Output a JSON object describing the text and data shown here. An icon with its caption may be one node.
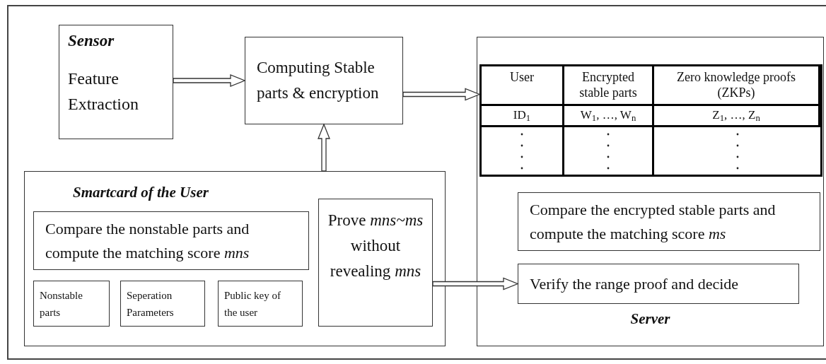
{
  "diagram": {
    "nodes": [
      {
        "text": [
          "Sensor",
          "Feature Extraction"
        ]
      },
      {
        "text": [
          "Computing Stable parts & encryption"
        ]
      },
      {
        "text": [
          "Smartcard of the User"
        ]
      },
      {
        "text": [
          "Compare the nonstable parts and compute the matching score *mns*"
        ],
        "in": 2
      },
      {
        "text": [
          "Nonstable parts"
        ],
        "in": 2
      },
      {
        "text": [
          "Seperation Parameters"
        ],
        "in": 2
      },
      {
        "text": [
          "Public key of the user"
        ],
        "in": 2
      },
      {
        "text": [
          "Prove *mns~ms* without revealing *mns*"
        ],
        "in": 2
      },
      {
        "text": [
          "Server"
        ]
      },
      {
        "text": [
          "User",
          "Encrypted stable parts",
          "Zero knowledge proofs (ZKPs)",
          "ID$_{1}$",
          "W$_{1}$, …, W$_{n}$",
          "Z$_{1}$, …, Z$_{n}$"
        ],
        "in": 8
      },
      {
        "text": [
          "Compare the encrypted stable parts and compute the matching score *ms*"
        ],
        "in": 8
      },
      {
        "text": [
          "Verify the range proof and decide"
        ],
        "in": 8
      }
    ],
    "edges": [
      {
        "from": 0,
        "to": 1,
        "arrow": "to"
      },
      {
        "from": 1,
        "to": 9,
        "arrow": "to"
      },
      {
        "from": 2,
        "to": 1,
        "arrow": "to"
      },
      {
        "from": 7,
        "to": 11,
        "arrow": "to"
      }
    ]
  }
}
